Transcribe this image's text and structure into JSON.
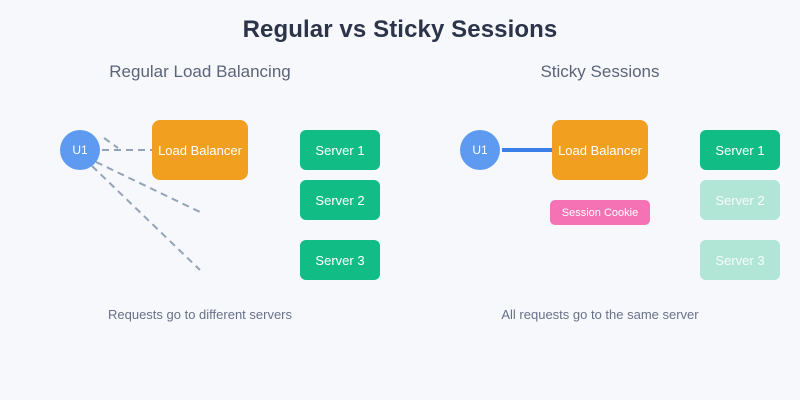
{
  "title": "Regular vs Sticky Sessions",
  "colors": {
    "background": "#f7f8fc",
    "title": "#2b3449",
    "heading": "#5b6478",
    "caption": "#68718a",
    "user": "#5e9bf0",
    "load_balancer": "#f0a01e",
    "server": "#12bd85",
    "session_cookie": "#f573b4",
    "dashed_link": "#94a3b8",
    "solid_link": "#3d7fe8"
  },
  "panels": {
    "left": {
      "heading": "Regular Load Balancing",
      "caption": "Requests go to different servers",
      "user": {
        "label": "U1"
      },
      "load_balancer": {
        "label": "Load Balancer"
      },
      "servers": [
        {
          "label": "Server 1",
          "active": true
        },
        {
          "label": "Server 2",
          "active": true
        },
        {
          "label": "Server 3",
          "active": true
        }
      ],
      "link_style": "dashed",
      "link_count": 3
    },
    "right": {
      "heading": "Sticky Sessions",
      "caption": "All requests go to the same server",
      "user": {
        "label": "U1"
      },
      "load_balancer": {
        "label": "Load Balancer"
      },
      "session_cookie": {
        "label": "Session Cookie"
      },
      "servers": [
        {
          "label": "Server 1",
          "active": true
        },
        {
          "label": "Server 2",
          "active": false
        },
        {
          "label": "Server 3",
          "active": false
        }
      ],
      "link_style": "solid",
      "link_count": 1
    }
  }
}
